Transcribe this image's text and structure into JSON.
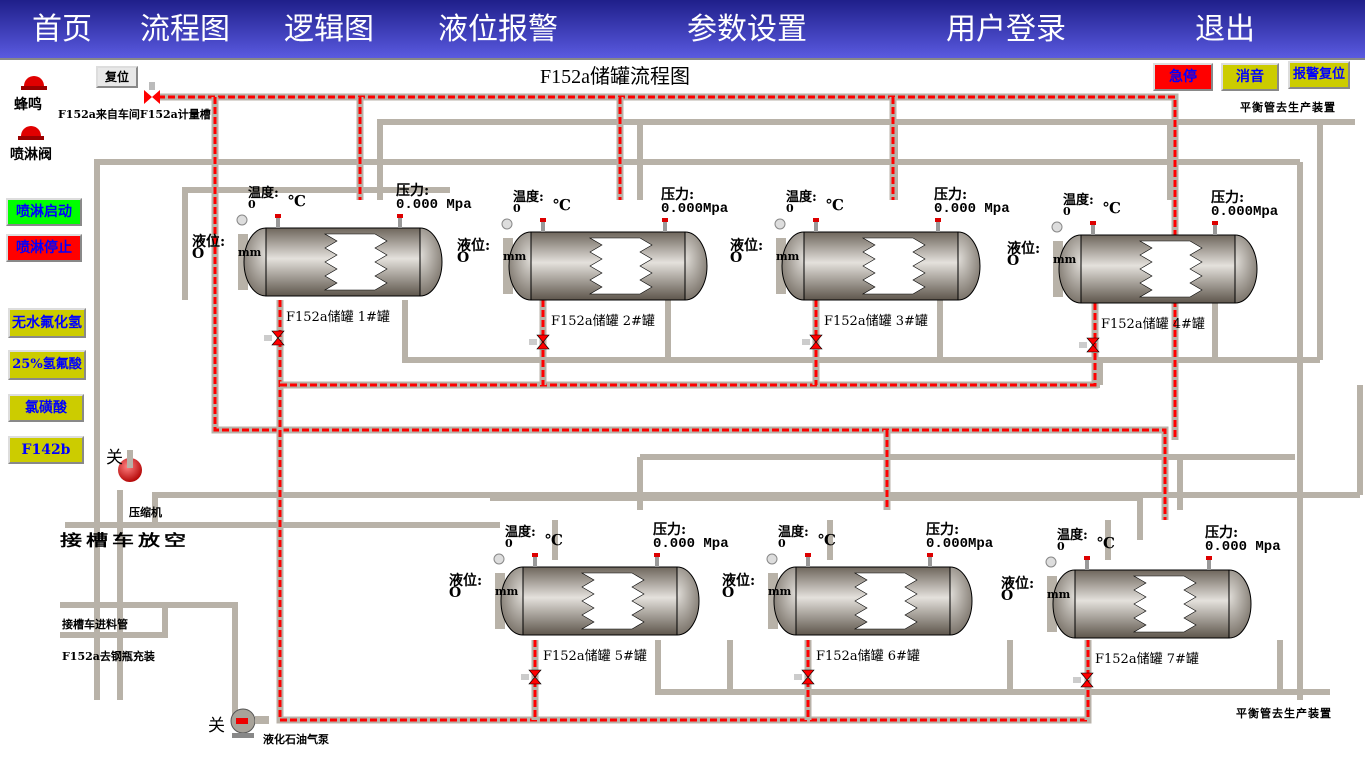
{
  "nav": {
    "items": [
      "首页",
      "流程图",
      "逻辑图",
      "液位报警",
      "参数设置",
      "用户登录",
      "退出"
    ]
  },
  "title": "F152a储罐流程图",
  "top_left": {
    "reset_button": "复位",
    "buzzer_label": "蜂鸣",
    "spray_valve_label": "喷淋阀",
    "inlet_label": "F152a来自车间F152a计量槽"
  },
  "top_right": {
    "estop": "急停",
    "mute": "消音",
    "alarm_reset": "报警复位",
    "balance_top": "平衡管去生产装置"
  },
  "side_buttons": {
    "spray_start": "喷淋启动",
    "spray_stop": "喷淋停止",
    "hf_anhydrous": "无水氟化氢",
    "hf_25": "25%氢氟酸",
    "chlorosulfonic": "氯磺酸",
    "f142b": "F142b"
  },
  "compressor": {
    "state": "关",
    "label": "压缩机"
  },
  "banner": "接槽车放空",
  "tanker_feed": "接槽车进料管",
  "cylinder_fill": "F152a去钢瓶充装",
  "pump": {
    "state": "关",
    "label": "液化石油气泵"
  },
  "balance_bottom": "平衡管去生产装置",
  "labels": {
    "temp": "温度:",
    "temp_unit": "℃",
    "pressure": "压力:",
    "level": "液位:",
    "level_unit": "mm"
  },
  "tanks": [
    {
      "name": "F152a储罐 1#罐",
      "temp": "0",
      "pressure": "0.000 Mpa",
      "level": "O"
    },
    {
      "name": "F152a储罐 2#罐",
      "temp": "0",
      "pressure": "0.000Mpa",
      "level": "O"
    },
    {
      "name": "F152a储罐 3#罐",
      "temp": "0",
      "pressure": "0.000 Mpa",
      "level": "O"
    },
    {
      "name": "F152a储罐 4#罐",
      "temp": "0",
      "pressure": "0.000Mpa",
      "level": "O"
    },
    {
      "name": "F152a储罐 5#罐",
      "temp": "0",
      "pressure": "0.000 Mpa",
      "level": "O"
    },
    {
      "name": "F152a储罐 6#罐",
      "temp": "0",
      "pressure": "0.000Mpa",
      "level": "O"
    },
    {
      "name": "F152a储罐 7#罐",
      "temp": "0",
      "pressure": "0.000 Mpa",
      "level": "O"
    }
  ],
  "colors": {
    "nav_top": "#1f1f8a",
    "nav_bottom": "#5a5ae0",
    "alarm_red": "#ff0000",
    "start_green": "#00ff00",
    "olive": "#cccc00",
    "button_text_blue": "#0000ff",
    "pipe_gray": "#b8b2a8",
    "flow_red": "#ff0000"
  }
}
